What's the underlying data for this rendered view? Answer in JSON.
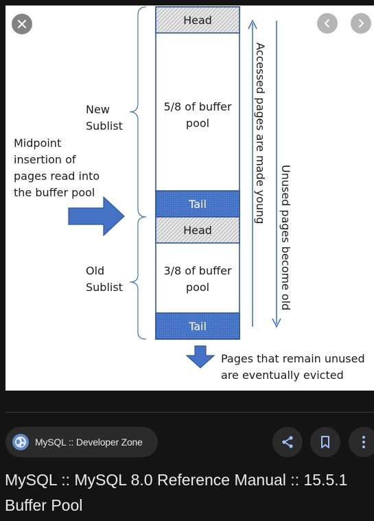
{
  "viewer": {
    "close_icon": "close-icon",
    "prev_icon": "chevron-left-icon",
    "next_icon": "chevron-right-icon"
  },
  "diagram": {
    "head_label": "Head",
    "tail_label": "Tail",
    "new_pool_line1": "5/8 of buffer",
    "new_pool_line2": "pool",
    "old_pool_line1": "3/8 of buffer",
    "old_pool_line2": "pool",
    "new_sublist_line1": "New",
    "new_sublist_line2": "Sublist",
    "old_sublist_line1": "Old",
    "old_sublist_line2": "Sublist",
    "midpoint_line1": "Midpoint",
    "midpoint_line2": "insertion of",
    "midpoint_line3": "pages read into",
    "midpoint_line4": "the buffer pool",
    "accessed_label": "Accessed pages are made young",
    "unused_label": "Unused pages become old",
    "evicted_line1": "Pages that remain unused",
    "evicted_line2": "are eventually evicted",
    "colors": {
      "accent": "#4472c4",
      "outline": "#2f5597",
      "hatch": "#c9c9c9"
    }
  },
  "source": {
    "name": "MySQL :: Developer Zone",
    "favicon": "globe-icon"
  },
  "actions": {
    "share_icon": "share-icon",
    "bookmark_icon": "bookmark-icon",
    "more_icon": "more-vertical-icon"
  },
  "result": {
    "title": "MySQL :: MySQL 8.0 Reference Manual :: 15.5.1 Buffer Pool"
  }
}
